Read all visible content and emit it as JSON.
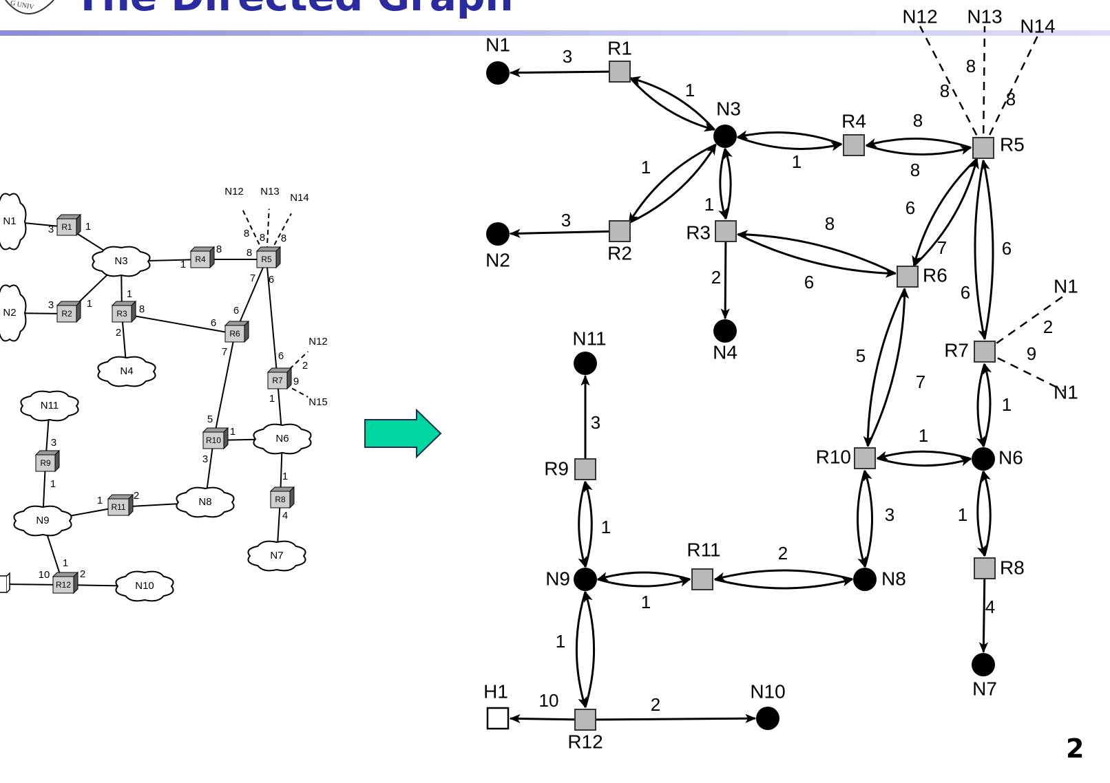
{
  "slide": {
    "title": "The Directed Graph",
    "page_number": "2"
  },
  "logo": {
    "text": "G UNIV"
  },
  "colors": {
    "title": "#2b2ba0",
    "arrow_fill": "#00d7a0",
    "router_fill": "#b9b9b9",
    "network_fill": "#000000"
  },
  "left_graph": {
    "nodes": [
      {
        "id": "N1",
        "label": "N1",
        "kind": "network"
      },
      {
        "id": "N2",
        "label": "N2",
        "kind": "network"
      },
      {
        "id": "N3",
        "label": "N3",
        "kind": "network"
      },
      {
        "id": "N4",
        "label": "N4",
        "kind": "network"
      },
      {
        "id": "N6",
        "label": "N6",
        "kind": "network"
      },
      {
        "id": "N7",
        "label": "N7",
        "kind": "network"
      },
      {
        "id": "N8",
        "label": "N8",
        "kind": "network"
      },
      {
        "id": "N9",
        "label": "N9",
        "kind": "network"
      },
      {
        "id": "N10",
        "label": "N10",
        "kind": "network"
      },
      {
        "id": "N11",
        "label": "N11",
        "kind": "network"
      },
      {
        "id": "R1",
        "label": "R1",
        "kind": "router"
      },
      {
        "id": "R2",
        "label": "R2",
        "kind": "router"
      },
      {
        "id": "R3",
        "label": "R3",
        "kind": "router"
      },
      {
        "id": "R4",
        "label": "R4",
        "kind": "router"
      },
      {
        "id": "R5",
        "label": "R5",
        "kind": "router"
      },
      {
        "id": "R6",
        "label": "R6",
        "kind": "router"
      },
      {
        "id": "R7",
        "label": "R7",
        "kind": "router"
      },
      {
        "id": "R8",
        "label": "R8",
        "kind": "router"
      },
      {
        "id": "R9",
        "label": "R9",
        "kind": "router"
      },
      {
        "id": "R10",
        "label": "R10",
        "kind": "router"
      },
      {
        "id": "R11",
        "label": "R11",
        "kind": "router"
      },
      {
        "id": "R12",
        "label": "R12",
        "kind": "router"
      },
      {
        "id": "H1",
        "label": "",
        "kind": "host"
      },
      {
        "id": "N12",
        "label": "N12",
        "kind": "external"
      },
      {
        "id": "N13",
        "label": "N13",
        "kind": "external"
      },
      {
        "id": "N14",
        "label": "N14",
        "kind": "external"
      },
      {
        "id": "N12b",
        "label": "N12",
        "kind": "external"
      },
      {
        "id": "N15",
        "label": "N15",
        "kind": "external"
      }
    ],
    "edges": [
      {
        "from": "N1",
        "to": "R1",
        "style": "solid"
      },
      {
        "from": "R1",
        "to": "N3",
        "style": "solid"
      },
      {
        "from": "N2",
        "to": "R2",
        "style": "solid"
      },
      {
        "from": "R2",
        "to": "N3",
        "style": "solid"
      },
      {
        "from": "N3",
        "to": "R4",
        "style": "solid"
      },
      {
        "from": "R4",
        "to": "R5",
        "style": "solid"
      },
      {
        "from": "N3",
        "to": "R3",
        "style": "solid"
      },
      {
        "from": "R3",
        "to": "N4",
        "style": "solid"
      },
      {
        "from": "R3",
        "to": "R6",
        "style": "solid"
      },
      {
        "from": "R5",
        "to": "R6",
        "style": "solid"
      },
      {
        "from": "R5",
        "to": "R7",
        "style": "solid"
      },
      {
        "from": "R6",
        "to": "R10",
        "style": "solid"
      },
      {
        "from": "R7",
        "to": "N6",
        "style": "solid"
      },
      {
        "from": "R10",
        "to": "N6",
        "style": "solid"
      },
      {
        "from": "R10",
        "to": "N8",
        "style": "solid"
      },
      {
        "from": "N6",
        "to": "R8",
        "style": "solid"
      },
      {
        "from": "R8",
        "to": "N7",
        "style": "solid"
      },
      {
        "from": "N8",
        "to": "R11",
        "style": "solid"
      },
      {
        "from": "R11",
        "to": "N9",
        "style": "solid"
      },
      {
        "from": "N11",
        "to": "R9",
        "style": "solid"
      },
      {
        "from": "R9",
        "to": "N9",
        "style": "solid"
      },
      {
        "from": "N9",
        "to": "R12",
        "style": "solid"
      },
      {
        "from": "R12",
        "to": "N10",
        "style": "solid"
      },
      {
        "from": "H1",
        "to": "R12",
        "style": "solid"
      },
      {
        "from": "R5",
        "to": "N12",
        "style": "dashed"
      },
      {
        "from": "R5",
        "to": "N13",
        "style": "dashed"
      },
      {
        "from": "R5",
        "to": "N14",
        "style": "dashed"
      },
      {
        "from": "R7",
        "to": "N12b",
        "style": "dashed"
      },
      {
        "from": "R7",
        "to": "N15",
        "style": "dashed"
      }
    ],
    "weights": [
      "3",
      "1",
      "3",
      "1",
      "1",
      "8",
      "8",
      "1",
      "8",
      "6",
      "2",
      "8",
      "8",
      "8",
      "7",
      "6",
      "6",
      "7",
      "6",
      "2",
      "9",
      "1",
      "5",
      "1",
      "3",
      "1",
      "4",
      "3",
      "1",
      "1",
      "2",
      "1",
      "10",
      "2"
    ]
  },
  "right_graph": {
    "nodes": [
      {
        "id": "N1",
        "label": "N1",
        "kind": "network"
      },
      {
        "id": "N2",
        "label": "N2",
        "kind": "network"
      },
      {
        "id": "N3",
        "label": "N3",
        "kind": "network"
      },
      {
        "id": "N4",
        "label": "N4",
        "kind": "network"
      },
      {
        "id": "N6",
        "label": "N6",
        "kind": "network"
      },
      {
        "id": "N7",
        "label": "N7",
        "kind": "network"
      },
      {
        "id": "N8",
        "label": "N8",
        "kind": "network"
      },
      {
        "id": "N9",
        "label": "N9",
        "kind": "network"
      },
      {
        "id": "N10",
        "label": "N10",
        "kind": "network"
      },
      {
        "id": "N11",
        "label": "N11",
        "kind": "network"
      },
      {
        "id": "R1",
        "label": "R1",
        "kind": "router"
      },
      {
        "id": "R2",
        "label": "R2",
        "kind": "router"
      },
      {
        "id": "R3",
        "label": "R3",
        "kind": "router"
      },
      {
        "id": "R4",
        "label": "R4",
        "kind": "router"
      },
      {
        "id": "R5",
        "label": "R5",
        "kind": "router"
      },
      {
        "id": "R6",
        "label": "R6",
        "kind": "router"
      },
      {
        "id": "R7",
        "label": "R7",
        "kind": "router"
      },
      {
        "id": "R8",
        "label": "R8",
        "kind": "router"
      },
      {
        "id": "R9",
        "label": "R9",
        "kind": "router"
      },
      {
        "id": "R10",
        "label": "R10",
        "kind": "router"
      },
      {
        "id": "R11",
        "label": "R11",
        "kind": "router"
      },
      {
        "id": "R12",
        "label": "R12",
        "kind": "router"
      },
      {
        "id": "H1",
        "label": "H1",
        "kind": "host"
      },
      {
        "id": "N12",
        "label": "N12",
        "kind": "external"
      },
      {
        "id": "N13",
        "label": "N13",
        "kind": "external"
      },
      {
        "id": "N14",
        "label": "N14",
        "kind": "external"
      },
      {
        "id": "N12b",
        "label": "N1",
        "kind": "external"
      },
      {
        "id": "N15",
        "label": "N1",
        "kind": "external"
      }
    ],
    "edges": [
      {
        "from": "R1",
        "to": "N1",
        "weight": "3",
        "style": "one-way"
      },
      {
        "from": "R2",
        "to": "N2",
        "weight": "3",
        "style": "one-way"
      },
      {
        "from": "R3",
        "to": "N4",
        "weight": "2",
        "style": "one-way"
      },
      {
        "from": "R8",
        "to": "N7",
        "weight": "4",
        "style": "one-way"
      },
      {
        "from": "R9",
        "to": "N11",
        "weight": "3",
        "style": "one-way"
      },
      {
        "from": "R12",
        "to": "H1",
        "weight": "10",
        "style": "one-way"
      },
      {
        "from": "R12",
        "to": "N10",
        "weight": "2",
        "style": "one-way"
      },
      {
        "from": "R1",
        "to": "N3",
        "weight_a": "1",
        "weight_b": "",
        "style": "two-way"
      },
      {
        "from": "R2",
        "to": "N3",
        "weight_a": "1",
        "weight_b": "",
        "style": "two-way"
      },
      {
        "from": "N3",
        "to": "R4",
        "weight_a": "",
        "weight_b": "1",
        "style": "two-way"
      },
      {
        "from": "N3",
        "to": "R3",
        "weight_a": "1",
        "weight_b": "",
        "style": "two-way"
      },
      {
        "from": "R4",
        "to": "R5",
        "weight_a": "8",
        "weight_b": "8",
        "style": "two-way"
      },
      {
        "from": "R3",
        "to": "R6",
        "weight_a": "8",
        "weight_b": "6",
        "style": "two-way"
      },
      {
        "from": "R5",
        "to": "R6",
        "weight_a": "6",
        "weight_b": "7",
        "style": "two-way"
      },
      {
        "from": "R5",
        "to": "R7",
        "weight_a": "6",
        "weight_b": "6",
        "style": "two-way"
      },
      {
        "from": "R6",
        "to": "R10",
        "weight_a": "5",
        "weight_b": "7",
        "style": "two-way"
      },
      {
        "from": "R7",
        "to": "N6",
        "weight_a": "1",
        "weight_b": "",
        "style": "two-way"
      },
      {
        "from": "R10",
        "to": "N6",
        "weight_a": "1",
        "weight_b": "",
        "style": "two-way"
      },
      {
        "from": "R10",
        "to": "N8",
        "weight_a": "3",
        "weight_b": "",
        "style": "two-way"
      },
      {
        "from": "N6",
        "to": "R8",
        "weight_a": "1",
        "weight_b": "",
        "style": "two-way"
      },
      {
        "from": "R11",
        "to": "N8",
        "weight_a": "2",
        "weight_b": "",
        "style": "two-way"
      },
      {
        "from": "N9",
        "to": "R11",
        "weight_a": "",
        "weight_b": "1",
        "style": "two-way"
      },
      {
        "from": "R9",
        "to": "N9",
        "weight_a": "1",
        "weight_b": "",
        "style": "two-way"
      },
      {
        "from": "N9",
        "to": "R12",
        "weight_a": "1",
        "weight_b": "",
        "style": "two-way"
      },
      {
        "from": "R5",
        "to": "N12",
        "weight": "8",
        "style": "dashed"
      },
      {
        "from": "R5",
        "to": "N13",
        "weight": "8",
        "style": "dashed"
      },
      {
        "from": "R5",
        "to": "N14",
        "weight": "8",
        "style": "dashed"
      },
      {
        "from": "R7",
        "to": "N12b",
        "weight": "2",
        "style": "dashed"
      },
      {
        "from": "R7",
        "to": "N15",
        "weight": "9",
        "style": "dashed"
      }
    ]
  }
}
